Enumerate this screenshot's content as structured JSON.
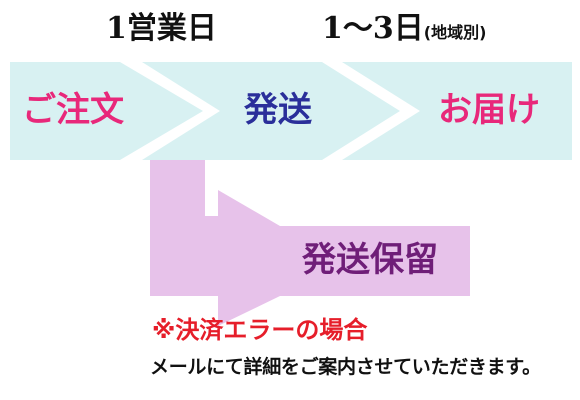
{
  "timeline": {
    "first_leg": "1営業日",
    "second_leg": "1〜3日",
    "second_leg_note": "(地域別)"
  },
  "steps": {
    "order": "ご注文",
    "ship": "発送",
    "deliver": "お届け",
    "hold": "発送保留"
  },
  "note": {
    "heading": "※決済エラーの場合",
    "detail": "メールにて詳細をご案内させていただきます。"
  },
  "colors": {
    "main_arrow_fill": "#d8f1f2",
    "branch_arrow_fill": "#e7c2ea",
    "order_text": "#e8287a",
    "ship_text": "#2a2f9a",
    "deliver_text": "#e8287a",
    "hold_text": "#6f1e78",
    "note_heading_text": "#e61e2a",
    "note_detail_text": "#111111"
  },
  "icons": [
    "chevron-arrow-icon",
    "bent-arrow-icon"
  ]
}
